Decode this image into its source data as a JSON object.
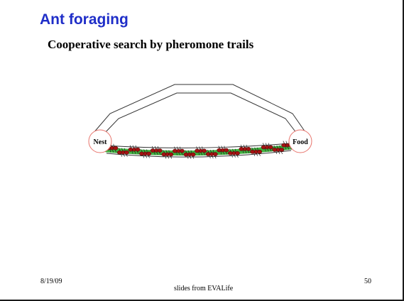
{
  "slide": {
    "title": "Ant foraging",
    "subtitle": "Cooperative search by pheromone trails"
  },
  "diagram": {
    "nodes": {
      "nest": "Nest",
      "food": "Food"
    },
    "colors": {
      "node_border": "#e8746c",
      "pheromone_trail": "#1fa51f",
      "ant_body": "#a31212",
      "path_outline": "#333333"
    }
  },
  "footer": {
    "date": "8/19/09",
    "credit": "slides from EVALife",
    "page_number": "50"
  }
}
